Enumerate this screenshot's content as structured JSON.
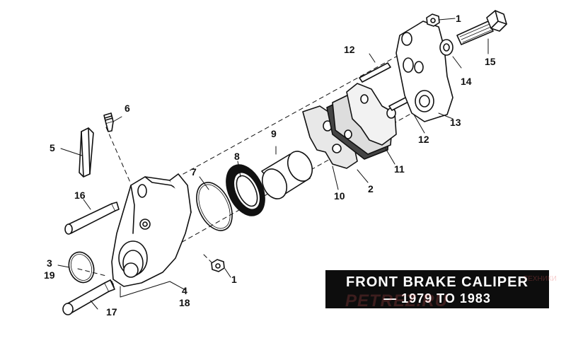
{
  "title": {
    "line1": "FRONT BRAKE CALIPER",
    "line2": "— 1979 TO 1983"
  },
  "watermark": {
    "main": "PETREZ.RU",
    "small": "ТЕХНИКИ"
  },
  "callouts": {
    "c1a": "1",
    "c1b": "1",
    "c2": "2",
    "c3": "3",
    "c19": "19",
    "c4": "4",
    "c18": "18",
    "c5": "5",
    "c6": "6",
    "c7": "7",
    "c8": "8",
    "c9": "9",
    "c10": "10",
    "c11": "11",
    "c12a": "12",
    "c12b": "12",
    "c13": "13",
    "c14": "14",
    "c15": "15",
    "c16": "16",
    "c17": "17"
  },
  "colors": {
    "ink": "#111111",
    "background": "#ffffff",
    "title_bg": "#0d0d0d",
    "title_text": "#ffffff",
    "watermark": "#e85a5a"
  }
}
